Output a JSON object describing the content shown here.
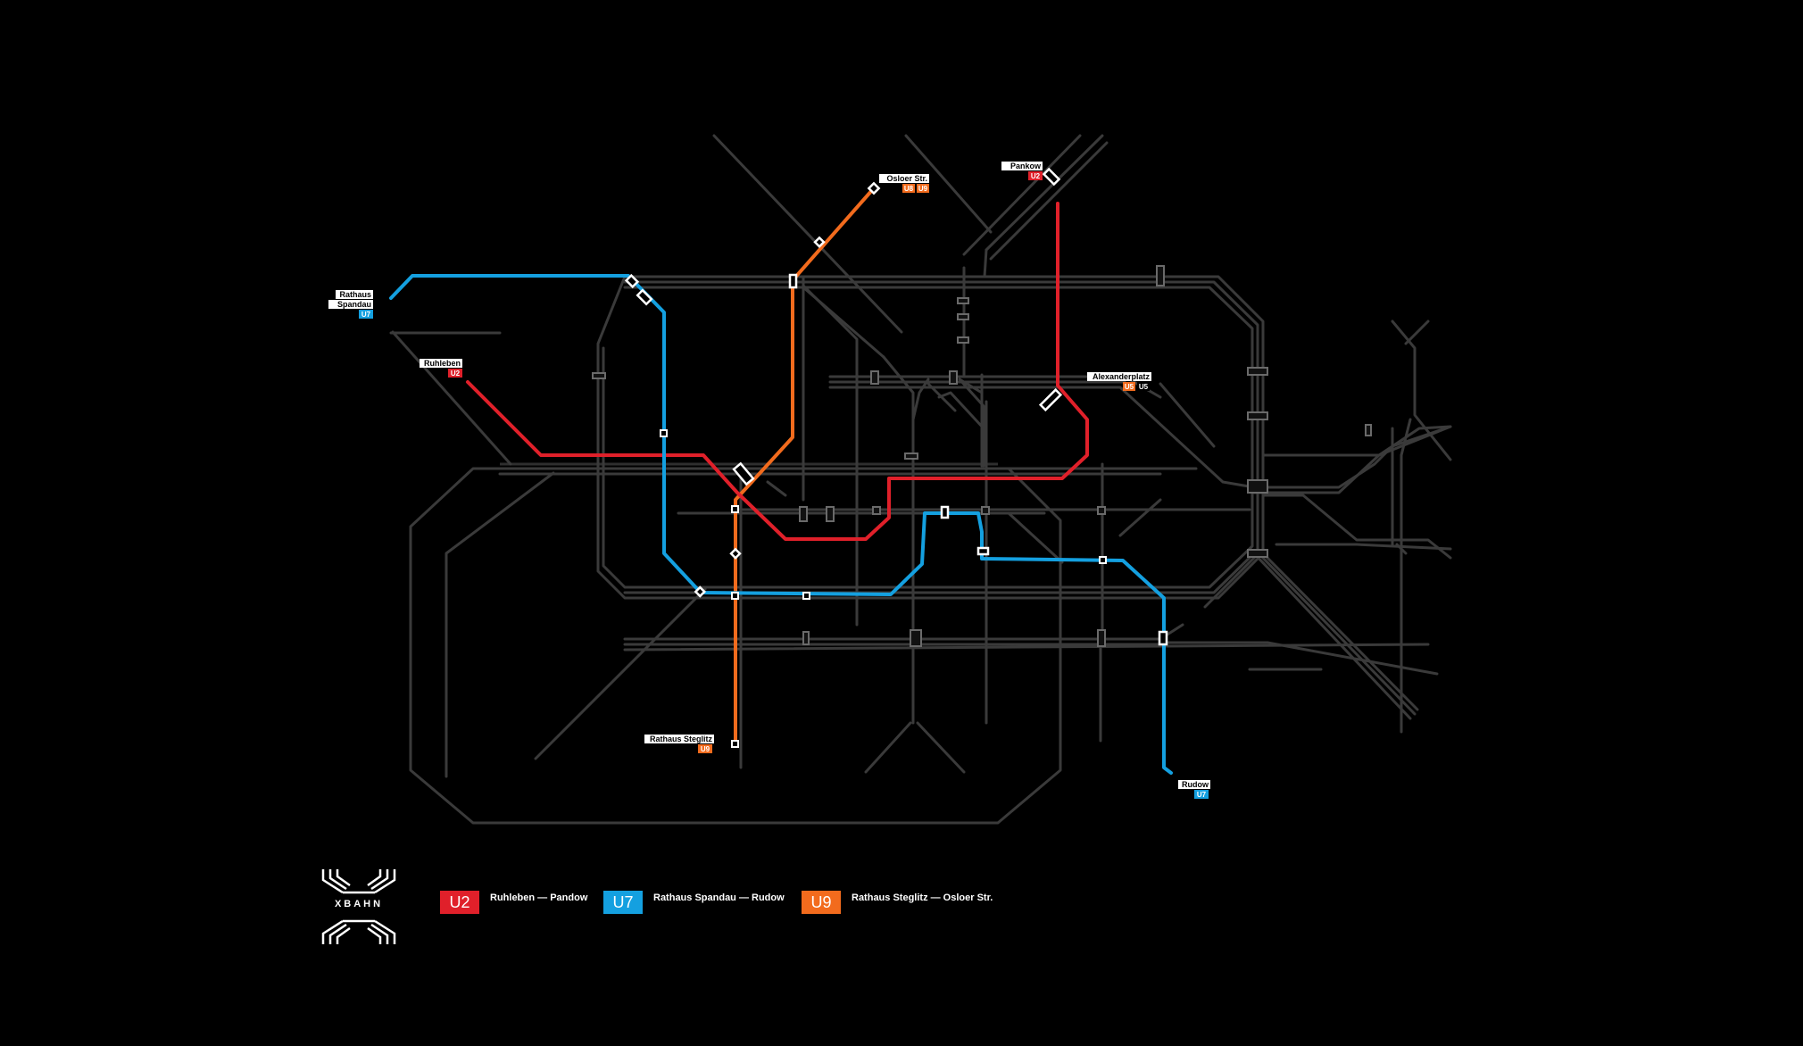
{
  "brand": {
    "name": "XBAHN",
    "logo_icon": "xbahn-logo-icon"
  },
  "colors": {
    "background": "#000000",
    "network": "#3a3a3a",
    "U2": "#e0202a",
    "U7": "#14a0e0",
    "U9": "#f26b1d"
  },
  "lines": [
    {
      "id": "U2",
      "color": "#e0202a",
      "route": "Ruhleben — Pandow"
    },
    {
      "id": "U7",
      "color": "#14a0e0",
      "route": "Rathaus Spandau — Rudow"
    },
    {
      "id": "U9",
      "color": "#f26b1d",
      "route": "Rathaus Steglitz — Osloer Str."
    }
  ],
  "terminals": {
    "rathaus_spandau": {
      "line1": "Rathaus",
      "line2": "Spandau",
      "badge": "U7"
    },
    "ruhleben": {
      "name": "Ruhleben",
      "badge": "U2"
    },
    "osloer": {
      "name": "Osloer Str.",
      "badge1": "U8",
      "badge2": "U9"
    },
    "pankow": {
      "name": "Pankow",
      "badge": "U2"
    },
    "alexanderplatz": {
      "name": "Alexanderplatz",
      "badge1": "U5",
      "badge2": "U5"
    },
    "rathaus_steglitz": {
      "name": "Rathaus Steglitz",
      "badge": "U9"
    },
    "rudow": {
      "name": "Rudow",
      "badge": "U7"
    }
  }
}
